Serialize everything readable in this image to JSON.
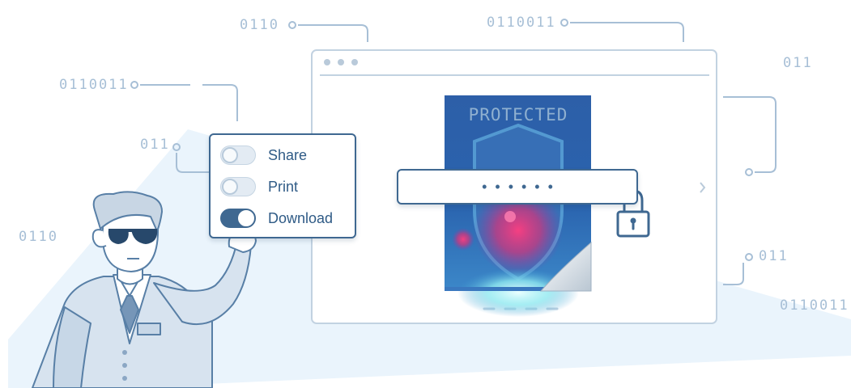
{
  "binary_labels": [
    "0110",
    "0110011",
    "011",
    "0110011",
    "011",
    "0110",
    "011",
    "0110011"
  ],
  "document": {
    "cover_title": "PROTECTED"
  },
  "password_field": {
    "value": "••••••"
  },
  "permissions_panel": {
    "items": [
      {
        "label": "Share",
        "enabled": false
      },
      {
        "label": "Print",
        "enabled": false
      },
      {
        "label": "Download",
        "enabled": true
      }
    ]
  },
  "colors": {
    "outline": "#3f6891",
    "light_blue_bg": "#eaf4fc",
    "line_blue": "#a7bfd6",
    "cover_blue": "#2f67b3"
  }
}
